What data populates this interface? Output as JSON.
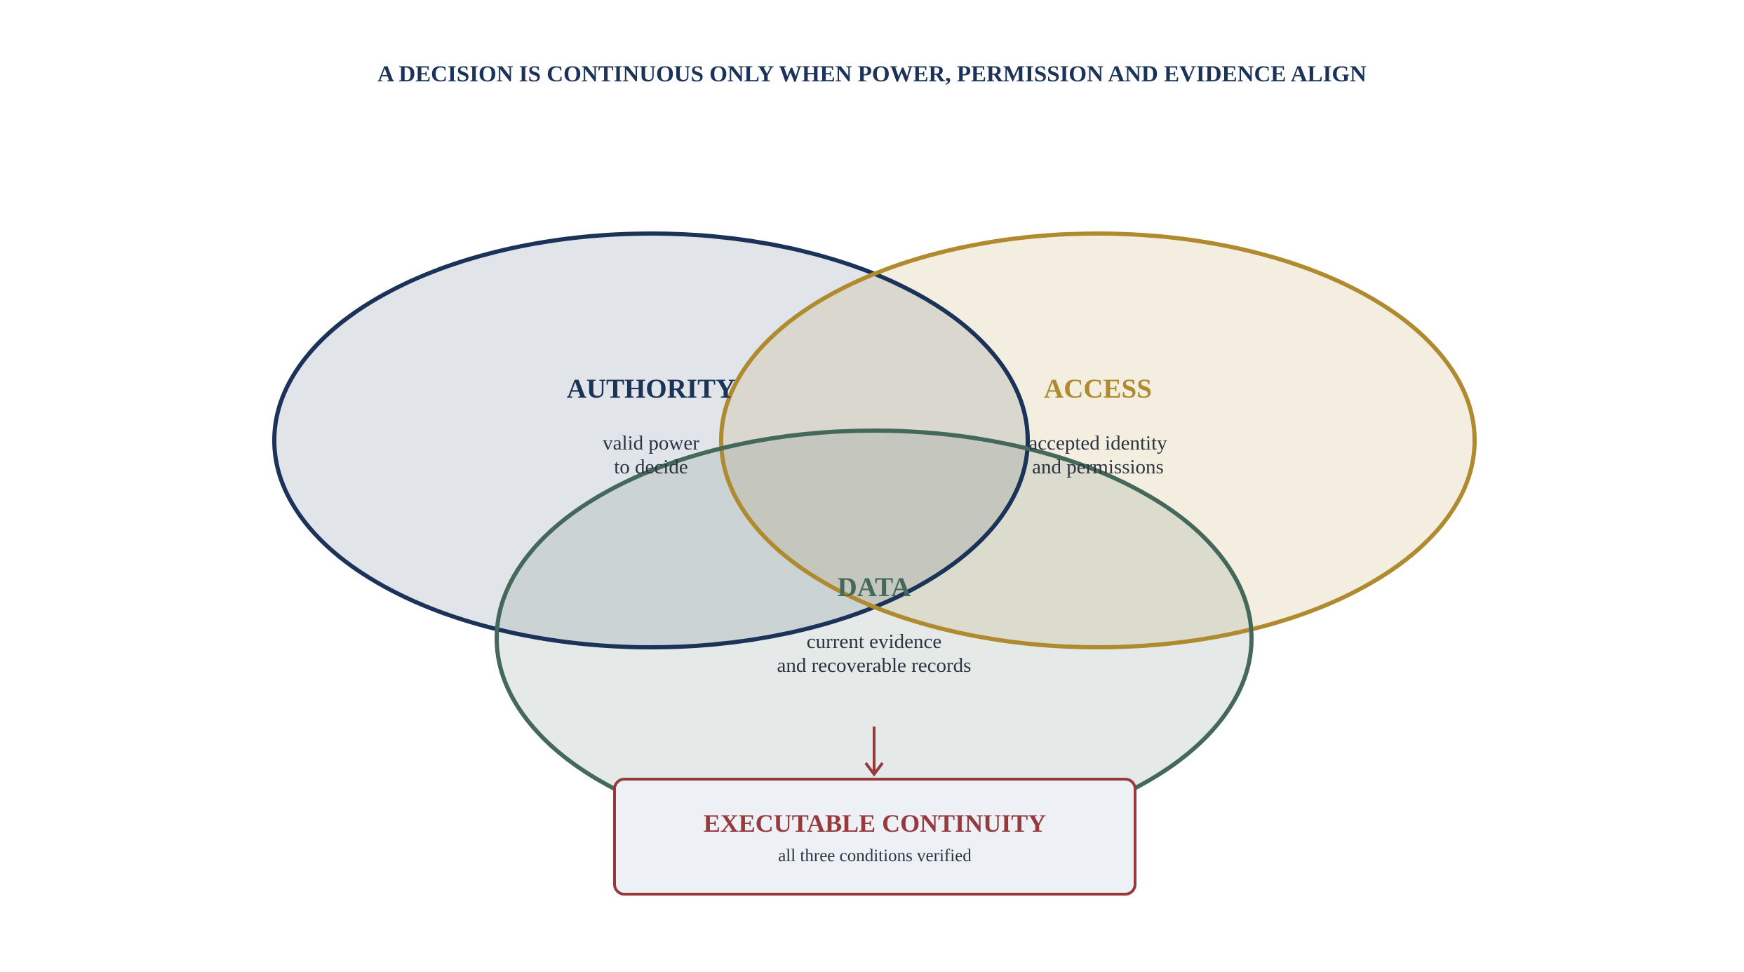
{
  "title": "A DECISION IS CONTINUOUS ONLY WHEN POWER, PERMISSION AND EVIDENCE ALIGN",
  "sets": {
    "authority": {
      "label": "AUTHORITY",
      "line1": "valid power",
      "line2": "to decide",
      "stroke": "#1b3358",
      "fill": "#e0e4ea"
    },
    "access": {
      "label": "ACCESS",
      "line1": "accepted identity",
      "line2": "and permissions",
      "stroke": "#b08a2e",
      "fill": "#f5eee0"
    },
    "data": {
      "label": "DATA",
      "line1": "current evidence",
      "line2": "and recoverable records",
      "stroke": "#44685a",
      "fill": "#e5ebe8"
    }
  },
  "result": {
    "title": "EXECUTABLE CONTINUITY",
    "subtitle": "all three conditions verified",
    "stroke": "#963a3e",
    "fill": "#edf1f5"
  },
  "arrow_icon": "down-arrow-icon"
}
